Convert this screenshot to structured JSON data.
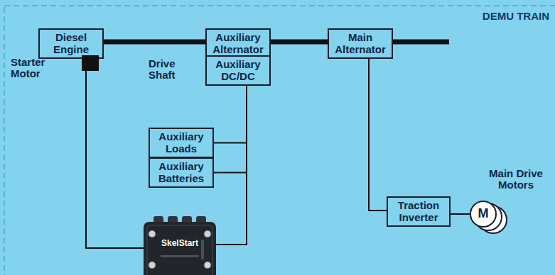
{
  "diagram": {
    "title": "DEMU TRAIN",
    "nodes": [
      {
        "text": [
          "Diesel Engine"
        ]
      },
      {
        "text": [
          "Auxiliary Alternator"
        ]
      },
      {
        "text": [
          "Auxiliary DC/DC"
        ]
      },
      {
        "text": [
          "Main Alternator"
        ]
      },
      {
        "text": [
          "Auxiliary Loads"
        ]
      },
      {
        "text": [
          "Auxiliary Batteries"
        ]
      },
      {
        "text": [
          "SkelStart"
        ]
      },
      {
        "text": [
          "Traction Inverter"
        ]
      },
      {
        "text": [
          "Main Drive Motors",
          "M"
        ]
      },
      {
        "text": [
          "Starter Motor"
        ]
      }
    ],
    "edges": [
      {
        "from": 0,
        "to": 1,
        "arrow": "none",
        "label": "Drive Shaft"
      },
      {
        "from": 1,
        "to": 3,
        "arrow": "none"
      },
      {
        "from": 2,
        "to": 4,
        "arrow": "none"
      },
      {
        "from": 2,
        "to": 5,
        "arrow": "none"
      },
      {
        "from": 2,
        "to": 6,
        "arrow": "none"
      },
      {
        "from": 9,
        "to": 6,
        "arrow": "none"
      },
      {
        "from": 3,
        "to": 7,
        "arrow": "none"
      },
      {
        "from": 7,
        "to": 8,
        "arrow": "none"
      }
    ]
  }
}
